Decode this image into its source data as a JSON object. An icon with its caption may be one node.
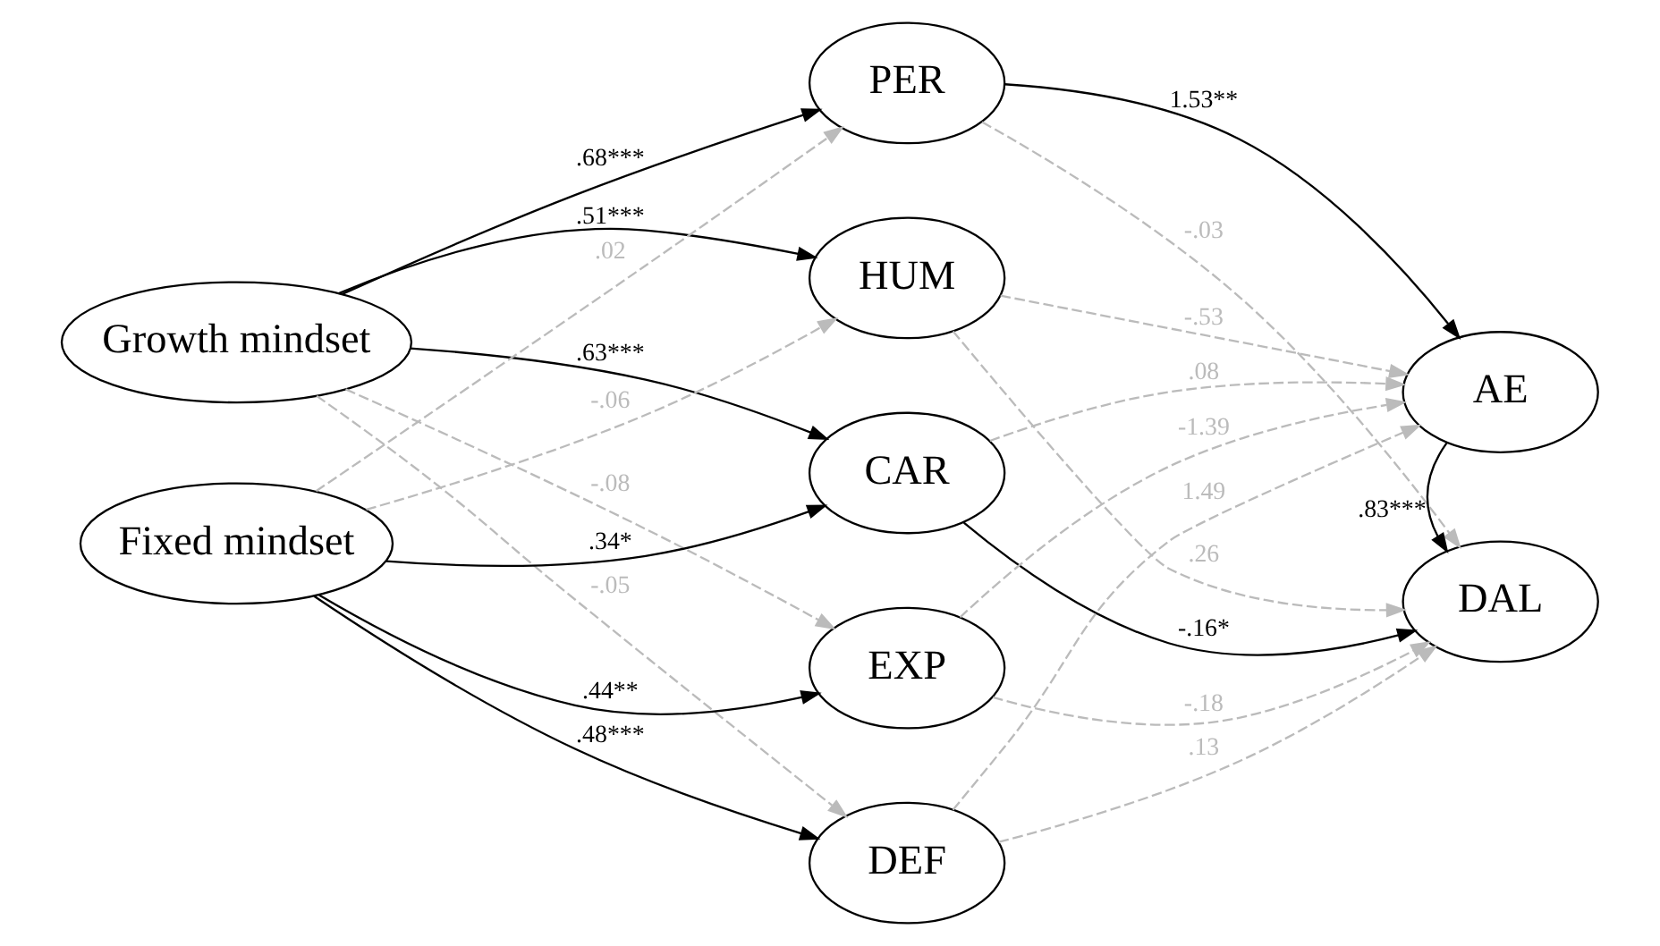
{
  "diagram": {
    "nodes": [
      {
        "text": [
          "Growth mindset"
        ]
      },
      {
        "text": [
          "Fixed mindset"
        ]
      },
      {
        "text": [
          "PER"
        ]
      },
      {
        "text": [
          "HUM"
        ]
      },
      {
        "text": [
          "CAR"
        ]
      },
      {
        "text": [
          "EXP"
        ]
      },
      {
        "text": [
          "DEF"
        ]
      },
      {
        "text": [
          "AE"
        ]
      },
      {
        "text": [
          "DAL"
        ]
      }
    ],
    "edges": [
      {
        "from": 0,
        "to": 2,
        "arrow": "to",
        "label": ".68***",
        "color": "#000000"
      },
      {
        "from": 0,
        "to": 3,
        "arrow": "to",
        "label": ".51***",
        "color": "#000000"
      },
      {
        "from": 0,
        "to": 4,
        "arrow": "to",
        "label": ".63***",
        "color": "#000000"
      },
      {
        "from": 0,
        "to": 5,
        "arrow": "to",
        "label": "-.08",
        "style": "dashed",
        "color": "#bbbbbb"
      },
      {
        "from": 0,
        "to": 6,
        "arrow": "to",
        "label": "-.05",
        "style": "dashed",
        "color": "#bbbbbb"
      },
      {
        "from": 1,
        "to": 2,
        "arrow": "to",
        "label": ".02",
        "style": "dashed",
        "color": "#bbbbbb"
      },
      {
        "from": 1,
        "to": 3,
        "arrow": "to",
        "label": "-.06",
        "style": "dashed",
        "color": "#bbbbbb"
      },
      {
        "from": 1,
        "to": 4,
        "arrow": "to",
        "label": ".34*",
        "color": "#000000"
      },
      {
        "from": 1,
        "to": 5,
        "arrow": "to",
        "label": ".44**",
        "color": "#000000"
      },
      {
        "from": 1,
        "to": 6,
        "arrow": "to",
        "label": ".48***",
        "color": "#000000"
      },
      {
        "from": 2,
        "to": 7,
        "arrow": "to",
        "label": "1.53**",
        "color": "#000000"
      },
      {
        "from": 3,
        "to": 7,
        "arrow": "to",
        "label": "-.53",
        "style": "dashed",
        "color": "#bbbbbb"
      },
      {
        "from": 4,
        "to": 7,
        "arrow": "to",
        "label": ".08",
        "style": "dashed",
        "color": "#bbbbbb"
      },
      {
        "from": 5,
        "to": 7,
        "arrow": "to",
        "label": "-1.39",
        "style": "dashed",
        "color": "#bbbbbb"
      },
      {
        "from": 6,
        "to": 7,
        "arrow": "to",
        "label": "1.49",
        "style": "dashed",
        "color": "#bbbbbb"
      },
      {
        "from": 2,
        "to": 8,
        "arrow": "to",
        "label": "-.03",
        "style": "dashed",
        "color": "#bbbbbb"
      },
      {
        "from": 3,
        "to": 8,
        "arrow": "to",
        "label": ".26",
        "style": "dashed",
        "color": "#bbbbbb"
      },
      {
        "from": 4,
        "to": 8,
        "arrow": "to",
        "label": "-.16*",
        "color": "#000000"
      },
      {
        "from": 5,
        "to": 8,
        "arrow": "to",
        "label": "-.18",
        "style": "dashed",
        "color": "#bbbbbb"
      },
      {
        "from": 6,
        "to": 8,
        "arrow": "to",
        "label": ".13",
        "style": "dashed",
        "color": "#bbbbbb"
      },
      {
        "from": 7,
        "to": 8,
        "arrow": "to",
        "label": ".83***",
        "color": "#000000"
      }
    ]
  }
}
